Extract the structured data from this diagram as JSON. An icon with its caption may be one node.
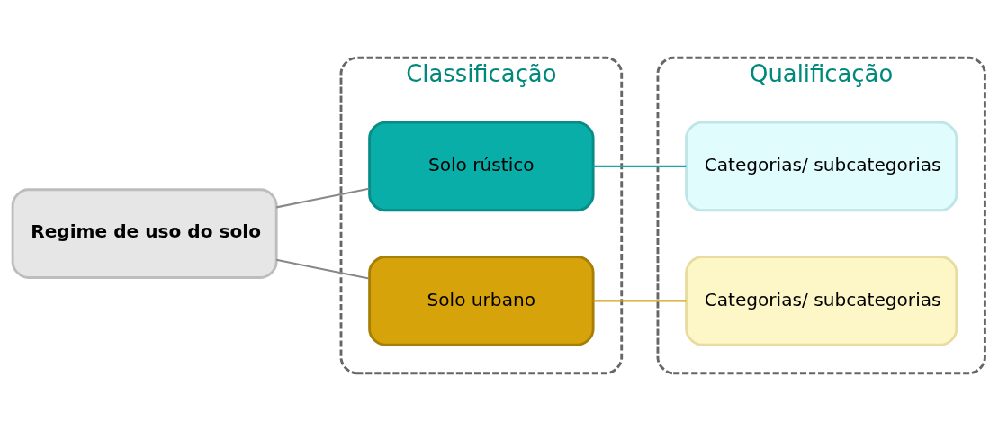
{
  "diagram": {
    "nodes": [
      {
        "text": [
          "Regime de uso do solo"
        ]
      },
      {
        "text": [
          "Classificação"
        ]
      },
      {
        "text": [
          "Solo rústico"
        ],
        "in": 1
      },
      {
        "text": [
          "Solo urbano"
        ],
        "in": 1
      },
      {
        "text": [
          "Qualificação"
        ]
      },
      {
        "text": [
          "Categorias/ subcategorias"
        ],
        "in": 4
      },
      {
        "text": [
          "Categorias/ subcategorias"
        ],
        "in": 4
      }
    ],
    "edges": [
      {
        "from": 0,
        "to": 2,
        "arrow": "none"
      },
      {
        "from": 0,
        "to": 3,
        "arrow": "none"
      },
      {
        "from": 2,
        "to": 5,
        "arrow": "none",
        "color": "#1aa9a6"
      },
      {
        "from": 3,
        "to": 6,
        "arrow": "none",
        "color": "#d4a017"
      }
    ]
  }
}
